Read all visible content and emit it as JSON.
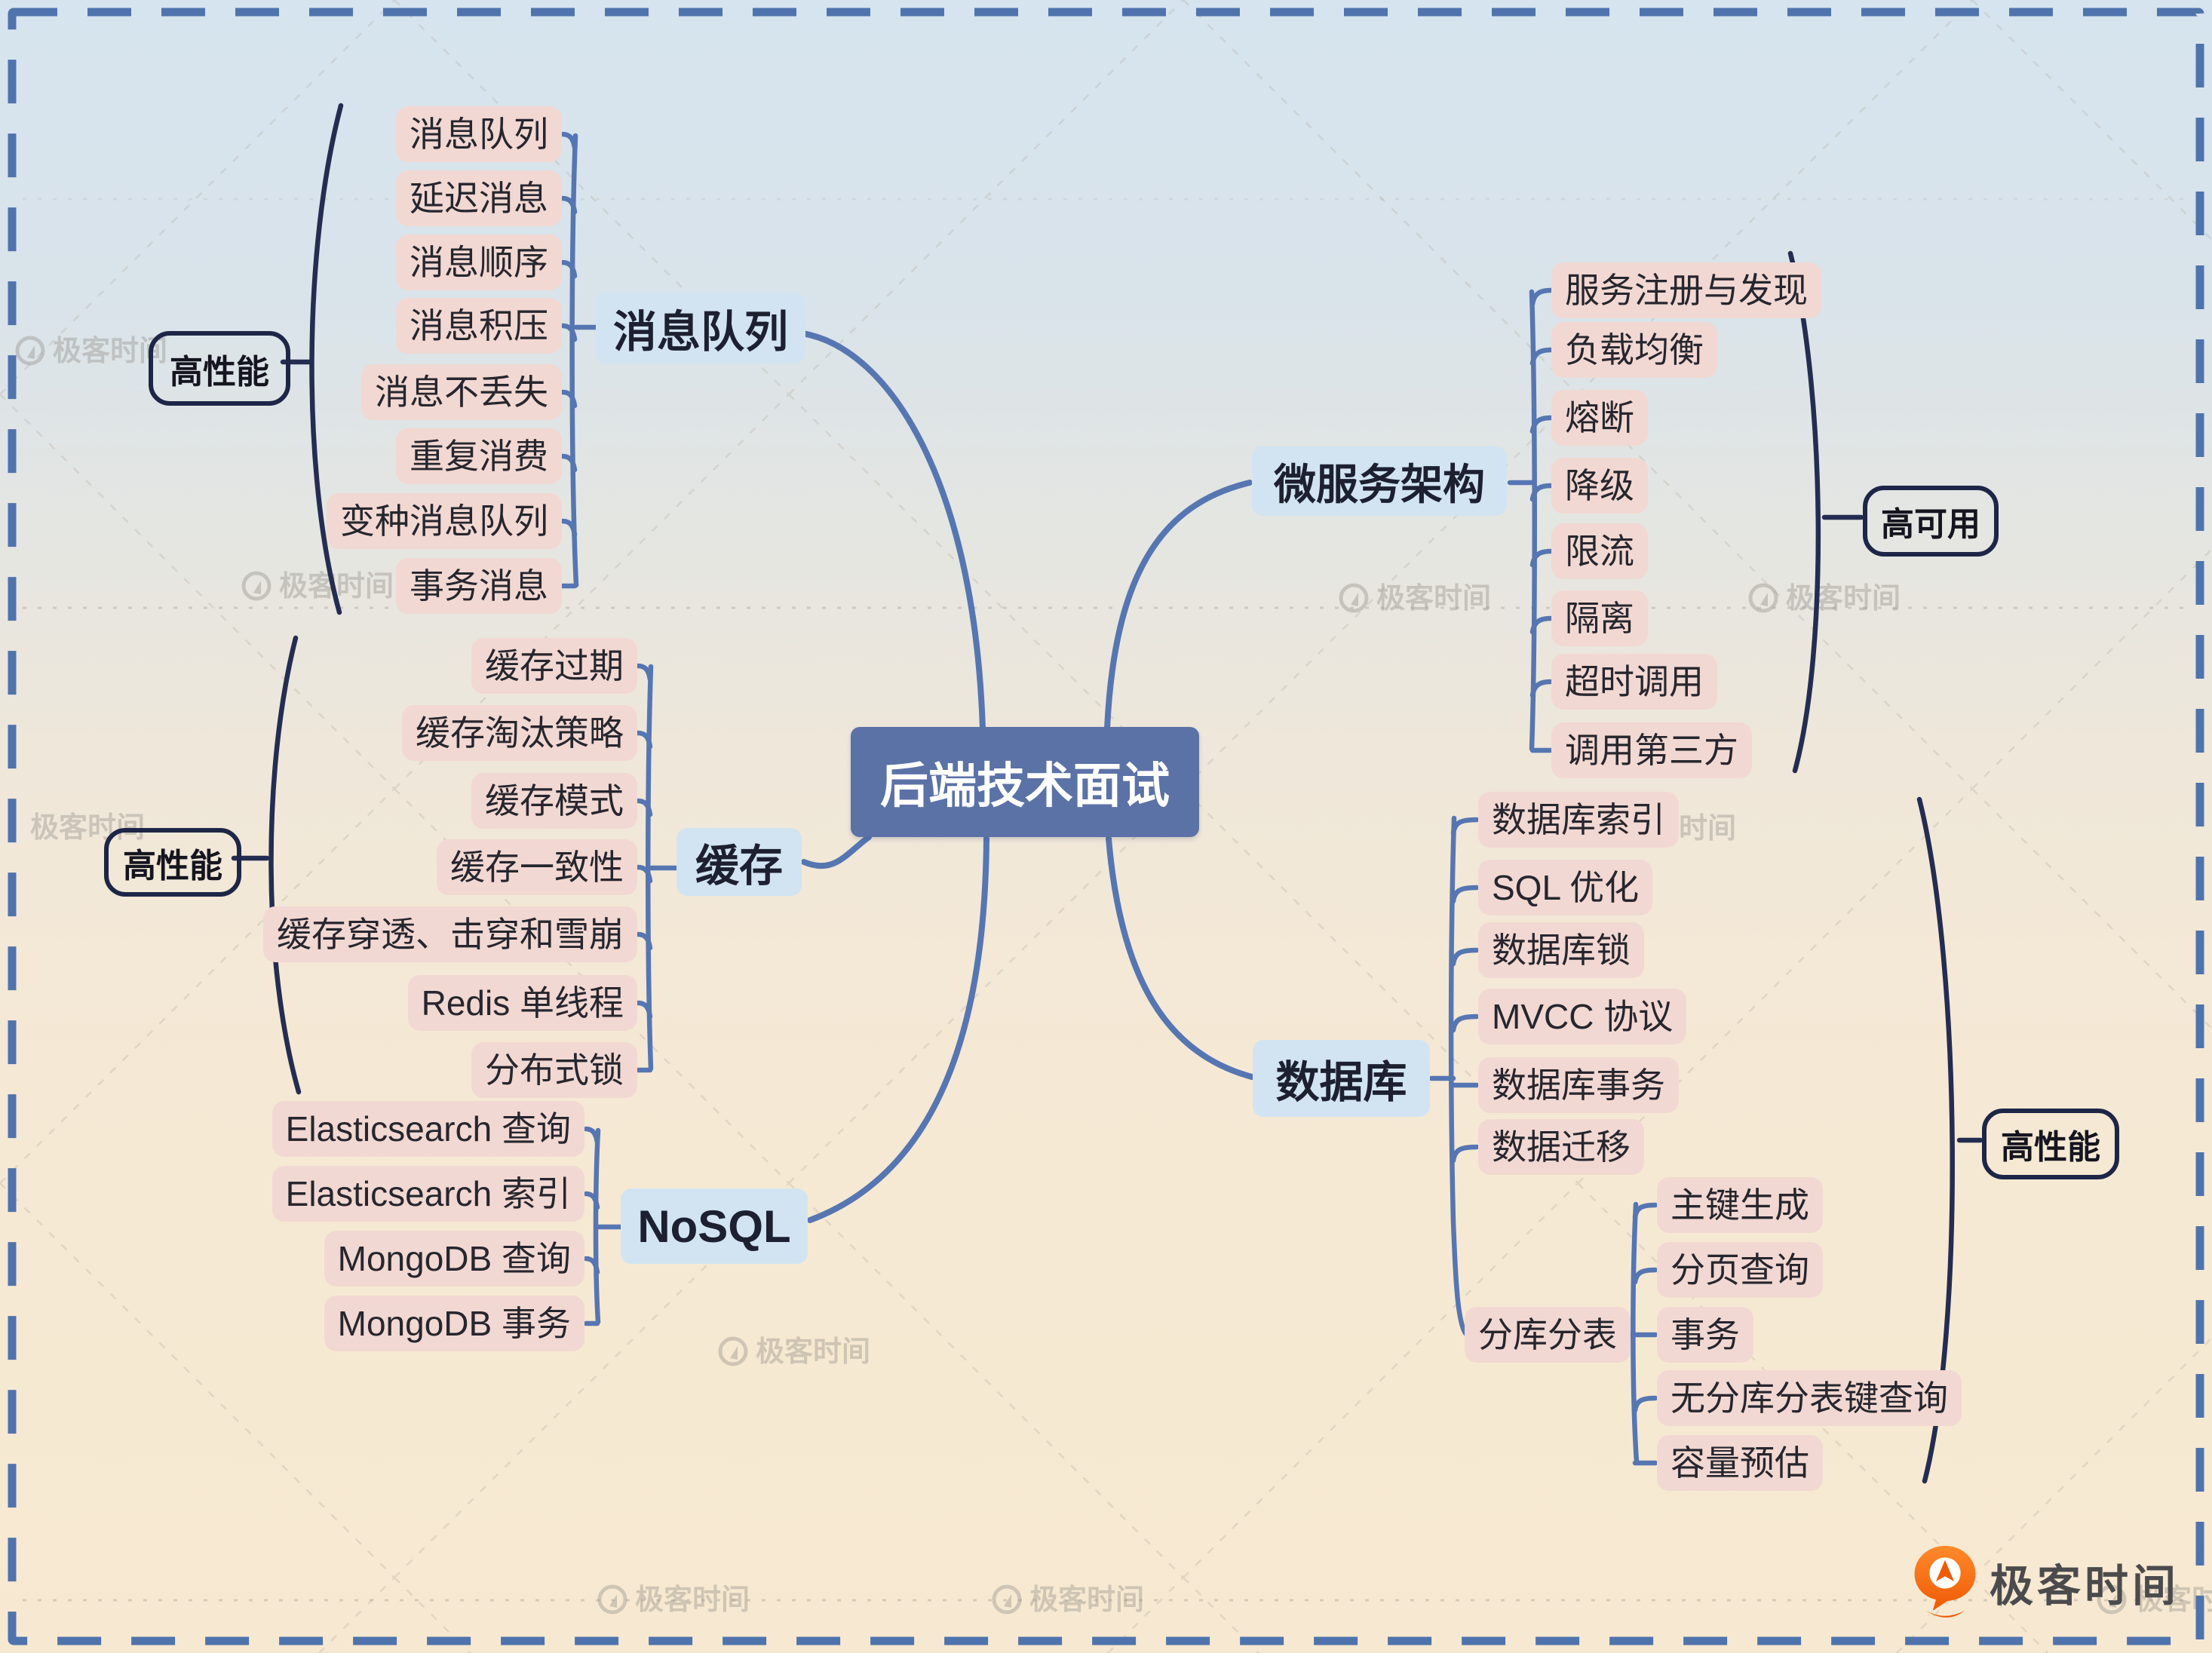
{
  "title": "后端技术面试",
  "watermark": {
    "text": "极客时间"
  },
  "logo": {
    "text": "极客时间"
  },
  "branches": {
    "mq": {
      "label": "消息队列",
      "summary": "高性能",
      "children": [
        "消息队列",
        "延迟消息",
        "消息顺序",
        "消息积压",
        "消息不丢失",
        "重复消费",
        "变种消息队列",
        "事务消息"
      ]
    },
    "cache": {
      "label": "缓存",
      "summary": "高性能",
      "children": [
        "缓存过期",
        "缓存淘汰策略",
        "缓存模式",
        "缓存一致性",
        "缓存穿透、击穿和雪崩",
        "Redis 单线程",
        "分布式锁"
      ]
    },
    "nosql": {
      "label": "NoSQL",
      "children": [
        "Elasticsearch 查询",
        "Elasticsearch 索引",
        "MongoDB 查询",
        "MongoDB 事务"
      ]
    },
    "micro": {
      "label": "微服务架构",
      "summary": "高可用",
      "children": [
        "服务注册与发现",
        "负载均衡",
        "熔断",
        "降级",
        "限流",
        "隔离",
        "超时调用",
        "调用第三方"
      ]
    },
    "db": {
      "label": "数据库",
      "summary": "高性能",
      "children": [
        "数据库索引",
        "SQL 优化",
        "数据库锁",
        "MVCC 协议",
        "数据库事务",
        "数据迁移"
      ],
      "sub": {
        "label": "分库分表",
        "children": [
          "主键生成",
          "分页查询",
          "事务",
          "无分库分表键查询",
          "容量预估"
        ]
      }
    }
  },
  "colors": {
    "bg-top": "#d6e4ef",
    "bg-mid": "#eee7da",
    "bg-bottom": "#f7e9d1",
    "border-blue": "#4f74ad",
    "edge-blue": "#5676b2",
    "brace-navy": "#242d51",
    "node-blue": "#d2e4f2",
    "node-text": "#1d2030",
    "center-bg": "#5b72a7",
    "center-text": "#ffffff",
    "pill-bg": "#f2d8d2",
    "pill-text": "#26262e",
    "label-border": "#1d2647",
    "watermark-gray": "#908c86",
    "logo-orange": "#f26a0f",
    "logo-text-gray": "#4b4b4d"
  }
}
